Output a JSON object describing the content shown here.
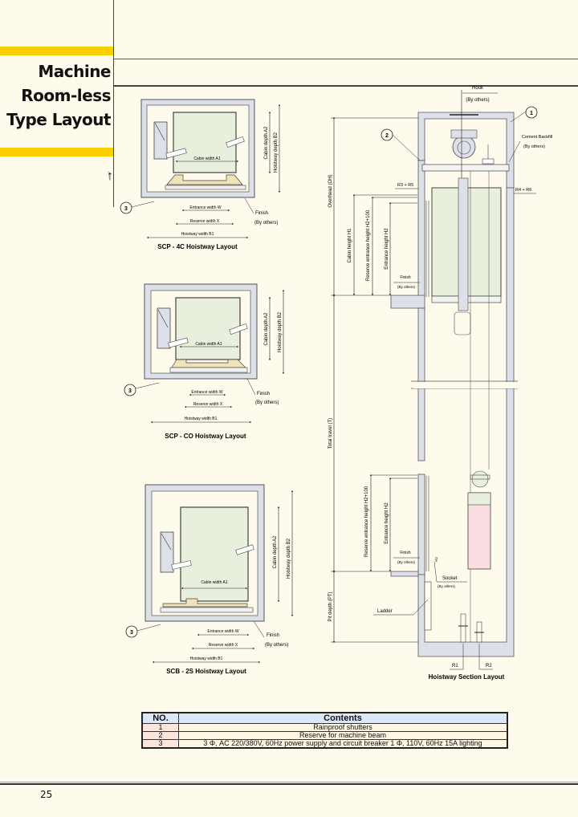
{
  "section_title": [
    "Machine",
    "Room-less",
    "Type Layout"
  ],
  "colors": {
    "accent_band": "#f9cf00",
    "page_background": "#fefbec",
    "wall_fill": "#dde0e8",
    "cabin_fill": "#e9efdd",
    "counterweight_fill": "#fadde0",
    "sill_fill": "#f2e2b8",
    "table_header_fill": "#dce8f7",
    "table_no_fill": "#fbe6dd"
  },
  "plan_labels": {
    "cabin_depth": "Cabin depth A2",
    "hoistway_depth": "Hoistway depth B2",
    "cabin_width": "Cabin width A1",
    "entrance_width": "Entrance width W",
    "reserve_width": "Reserve width X",
    "hoistway_width": "Hoistway width B1",
    "finish": "Finish",
    "by_others": "(By others)",
    "callout_3": "3"
  },
  "plans": [
    {
      "caption": "SCP - 4C Hoistway Layout"
    },
    {
      "caption": "SCP - CO Hoistway Layout"
    },
    {
      "caption": "SCB - 2S Hoistway Layout"
    }
  ],
  "section": {
    "caption": "Hoistway Section Layout",
    "hook": "Hook",
    "hook_by_others": "(By others)",
    "callout_1": "1",
    "callout_2": "2",
    "cement_backfill": "Cement Backfill",
    "cement_by_others": "(By others)",
    "r3_r5": "R3 + R5",
    "r4_r6": "R4 + R6",
    "overhead": "Overhead (OH)",
    "total_travel": "Total travel (T)",
    "pit_depth": "Pit depth (PT)",
    "cabin_height": "Cabin height H1",
    "reserve_entrance_height": "Reserve entrance height H2+100",
    "entrance_height": "Entrance height H2",
    "finish": "Finish",
    "finish_by_others": "(By others)",
    "socket": "Socket",
    "socket_by_others": "(By others)",
    "ladder": "Ladder",
    "r1": "R1",
    "r2": "R2",
    "h2_mark": "H2"
  },
  "legend_table": {
    "headers": [
      "NO.",
      "Contents"
    ],
    "rows": [
      {
        "no": "1",
        "content": "Rainproof shutters"
      },
      {
        "no": "2",
        "content": "Reserve for machine beam"
      },
      {
        "no": "3",
        "content": "3 Φ, AC 220/380V, 60Hz power supply and circuit breaker 1 Φ, 110V, 60Hz 15A lighting"
      }
    ]
  },
  "page_number": "25"
}
